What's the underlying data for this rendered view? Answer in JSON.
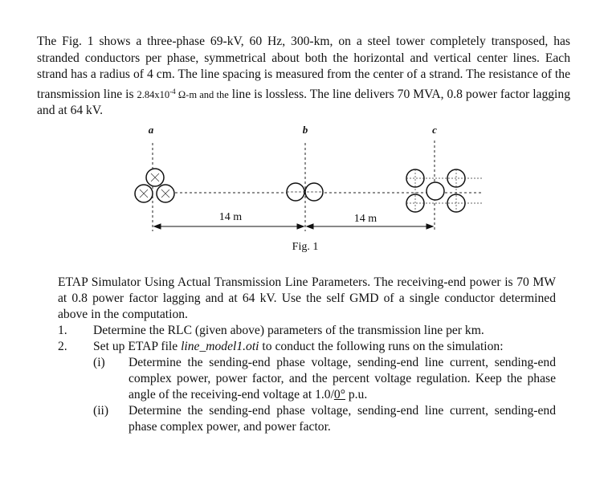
{
  "problem": {
    "intro_a": "The Fig. 1 shows a three-phase 69-kV, 60 Hz, 300-km, on a steel tower completely transposed, has stranded conductors per phase, symmetrical about both the horizontal and vertical center lines. Each strand has a radius of 4 cm. The line spacing is measured from the center of a strand. The resistance of the transmission line is ",
    "resistivity": "2.84x10",
    "resistivity_exp": "-4",
    "resistivity_unit": " Ω-m and the",
    "intro_b": " line is lossless. The line delivers 70 MVA, 0.8 power factor lagging and at 64 kV."
  },
  "figure": {
    "phase_a": "a",
    "phase_b": "b",
    "phase_c": "c",
    "spacing_ab": "14 m",
    "spacing_bc": "14 m",
    "caption": "Fig. 1"
  },
  "task": {
    "intro": "ETAP Simulator Using Actual Transmission Line Parameters. The receiving-end power is 70 MW at 0.8 power factor lagging and at 64 kV. Use the self GMD of a single conductor determined above in the computation.",
    "item1_num": "1.",
    "item1": "Determine the RLC (given above) parameters of the transmission line per km.",
    "item2_num": "2.",
    "item2_pre": "Set up ETAP file ",
    "item2_file": "line_model1.oti",
    "item2_post": " to conduct the following runs on the simulation:",
    "sub_i_num": "(i)",
    "sub_i_pre": "Determine the sending-end phase voltage, sending-end line current, sending-end complex power, power factor, and the percent voltage regulation. Keep the phase angle of the receiving-end voltage at 1.0/",
    "sub_i_angle": "0°",
    "sub_i_post": " p.u.",
    "sub_ii_num": "(ii)",
    "sub_ii": "Determine the sending-end phase voltage, sending-end line current, sending-end phase complex power, and power factor."
  }
}
